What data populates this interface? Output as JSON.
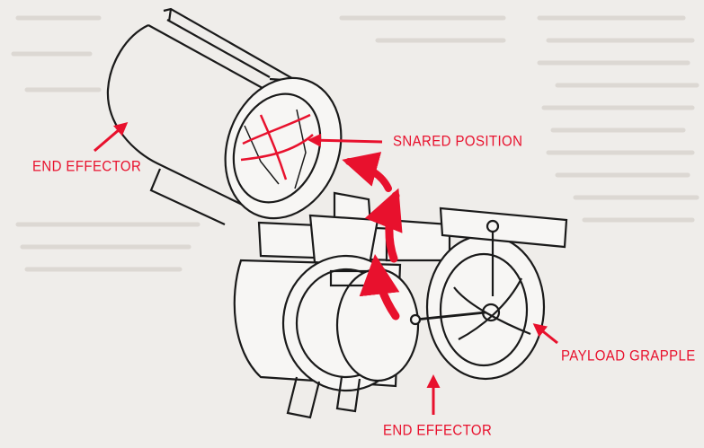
{
  "diagram": {
    "labels": {
      "end_effector_left": "END EFFECTOR",
      "snared_position": "SNARED POSITION",
      "payload_grapple": "PAYLOAD GRAPPLE",
      "end_effector_bottom": "END EFFECTOR"
    },
    "colors": {
      "background": "#efedea",
      "ink": "#1a1a1a",
      "accent": "#e8112d",
      "faded_text": "#d8d4cf"
    }
  }
}
